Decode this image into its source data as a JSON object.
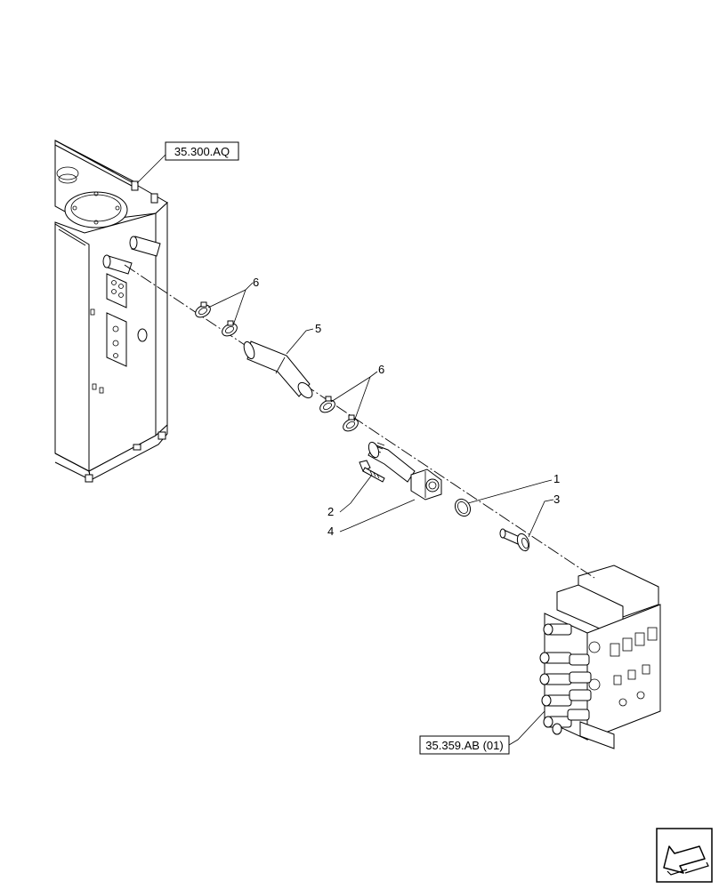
{
  "references": {
    "tank_ref": "35.300.AQ",
    "valve_ref": "35.359.AB (01)"
  },
  "callouts": {
    "c1": "1",
    "c2": "2",
    "c3": "3",
    "c4": "4",
    "c5": "5",
    "c6a": "6",
    "c6b": "6"
  },
  "icons": {
    "nav": "previous-page-arrow-icon"
  }
}
